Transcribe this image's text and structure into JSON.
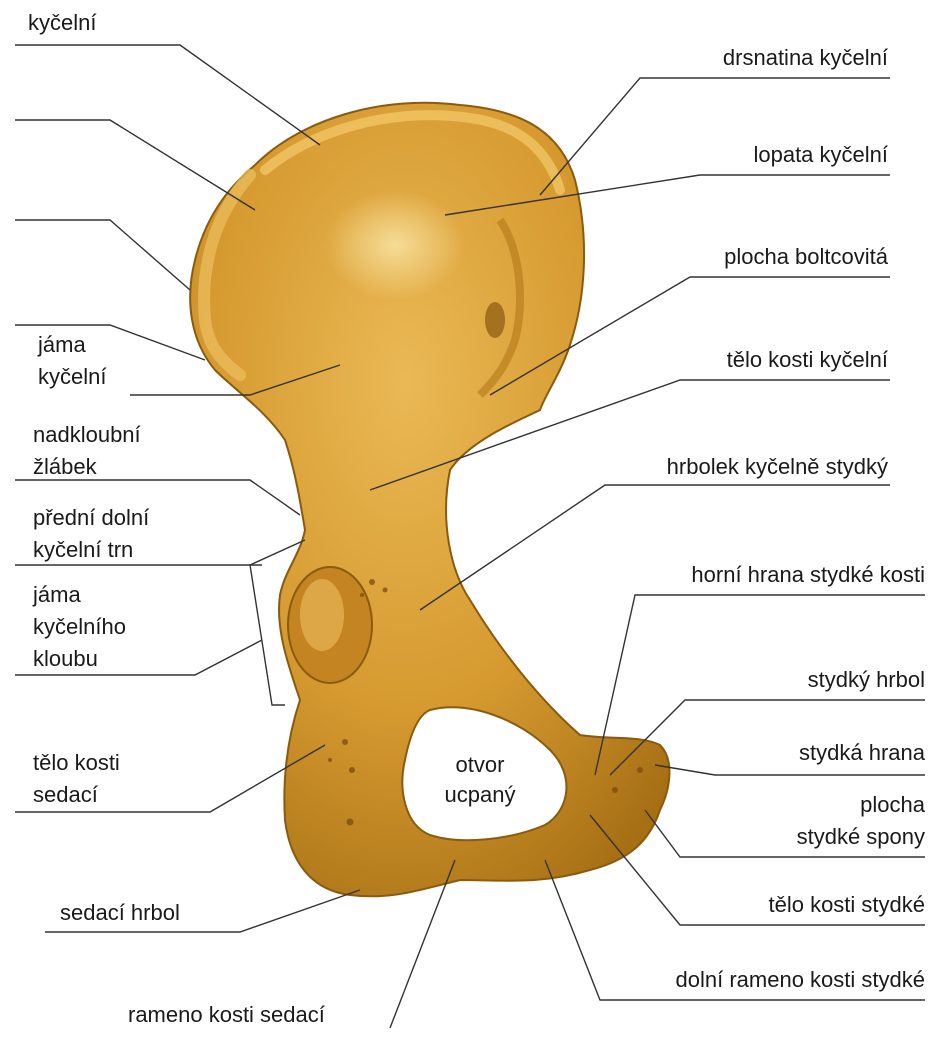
{
  "colors": {
    "bone": "#d9a13a",
    "bone_light": "#f2cf7a",
    "bone_dark": "#9c6a14",
    "leader": "#333333",
    "text": "#1a1a1a"
  },
  "labels": {
    "kycelni_top": "kyčelní",
    "drsnatina": "drsnatina kyčelní",
    "lopata": "lopata kyčelní",
    "plocha_boltcovita": "plocha boltcovitá",
    "jama_kycelni_1": "jáma",
    "jama_kycelni_2": "kyčelní",
    "telo_kosti_kycelni": "tělo kosti kyčelní",
    "nadkloubni_1": "nadkloubní",
    "nadkloubni_2": "žlábek",
    "hrbolek": "hrbolek kyčelně stydký",
    "predni_trn_1": "přední dolní",
    "predni_trn_2": "kyčelní trn",
    "horni_hrana": "horní hrana stydké kosti",
    "jama_kloubu_1": "jáma",
    "jama_kloubu_2": "kyčelního",
    "jama_kloubu_3": "kloubu",
    "stydky_hrbol": "stydký hrbol",
    "stydka_hrana": "stydká hrana",
    "telo_sedaci_1": "tělo kosti",
    "telo_sedaci_2": "sedací",
    "otvor_1": "otvor",
    "otvor_2": "ucpaný",
    "plocha_spony_1": "plocha",
    "plocha_spony_2": "stydké spony",
    "telo_stydke": "tělo kosti stydké",
    "sedaci_hrbol": "sedací hrbol",
    "dolni_rameno": "dolní rameno kosti stydké",
    "rameno_sedaci": "rameno kosti sedací"
  }
}
